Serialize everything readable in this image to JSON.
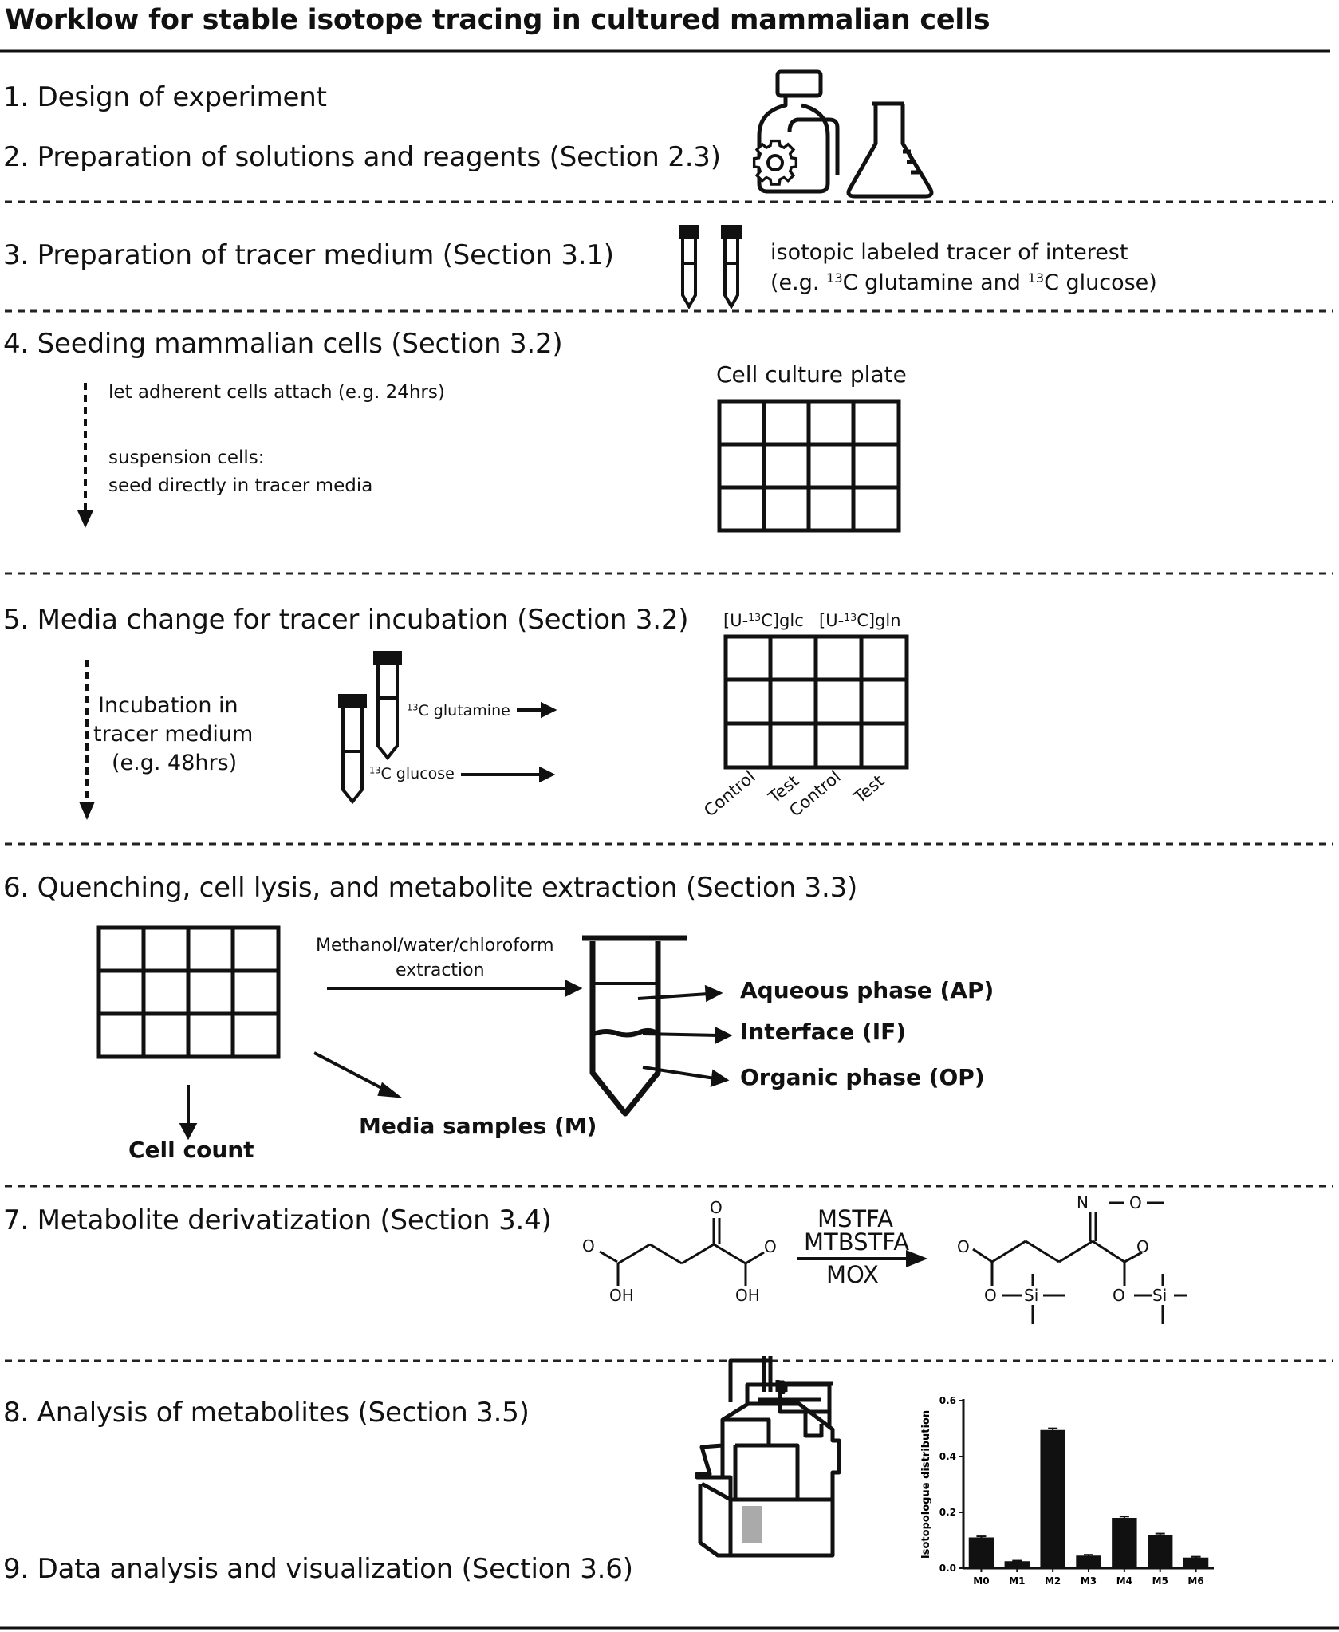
{
  "title": "Worklow for stable isotope tracing in cultured mammalian cells",
  "steps": {
    "s1": "1. Design of experiment",
    "s2": "2. Preparation of solutions and reagents (Section 2.3)",
    "s3": "3. Preparation of tracer medium (Section 3.1)",
    "s4": "4. Seeding mammalian cells (Section 3.2)",
    "s5": "5. Media change for tracer incubation (Section 3.2)",
    "s6": "6. Quenching, cell lysis, and metabolite extraction (Section 3.3)",
    "s7": "7. Metabolite derivatization (Section 3.4)",
    "s8": "8. Analysis of metabolites (Section 3.5)",
    "s9": "9. Data analysis and visualization (Section 3.6)"
  },
  "step3": {
    "tracer_line1": "isotopic labeled tracer of interest",
    "tracer_line2_a": "(e.g. ",
    "tracer_line2_sup1": "13",
    "tracer_line2_b": "C glutamine and ",
    "tracer_line2_sup2": "13",
    "tracer_line2_c": "C glucose)"
  },
  "step4": {
    "adherent": "let adherent cells attach (e.g. 24hrs)",
    "suspension1": "suspension cells:",
    "suspension2": "seed directly in tracer media",
    "plate_label": "Cell culture plate"
  },
  "step5": {
    "incubation1": "Incubation in",
    "incubation2": "tracer medium",
    "incubation3": "(e.g. 48hrs)",
    "sup13": "13",
    "glutamine": "C glutamine",
    "glucose": "C glucose",
    "col_glc_a": "[U-",
    "col_glc_b": "C]glc",
    "col_gln_a": "[U-",
    "col_gln_b": "C]gln",
    "bottom_labels": [
      "Control",
      "Test",
      "Control",
      "Test"
    ]
  },
  "step6": {
    "extraction1": "Methanol/water/chloroform",
    "extraction2": "extraction",
    "aqueous": "Aqueous phase (AP)",
    "interface": "Interface (IF)",
    "organic": "Organic phase (OP)",
    "media": "Media samples (M)",
    "cell_count": "Cell count"
  },
  "step7": {
    "reagent1": "MSTFA",
    "reagent2": "MTBSTFA",
    "reagent3": "MOX",
    "atom_O": "O",
    "atom_OH": "OH",
    "atom_N": "N",
    "atom_Si": "Si"
  },
  "chart_data": {
    "type": "bar",
    "ylabel": "Isotopologue distribution",
    "categories": [
      "M0",
      "M1",
      "M2",
      "M3",
      "M4",
      "M5",
      "M6"
    ],
    "values": [
      0.11,
      0.025,
      0.495,
      0.045,
      0.18,
      0.12,
      0.038
    ],
    "errors": [
      0.004,
      0.002,
      0.006,
      0.003,
      0.005,
      0.004,
      0.003
    ],
    "ylim": [
      0,
      0.6
    ],
    "yticks": [
      "0.0",
      "0.2",
      "0.4",
      "0.6"
    ],
    "ytick_values": [
      0,
      0.2,
      0.4,
      0.6
    ],
    "bar_color": "#111111"
  }
}
